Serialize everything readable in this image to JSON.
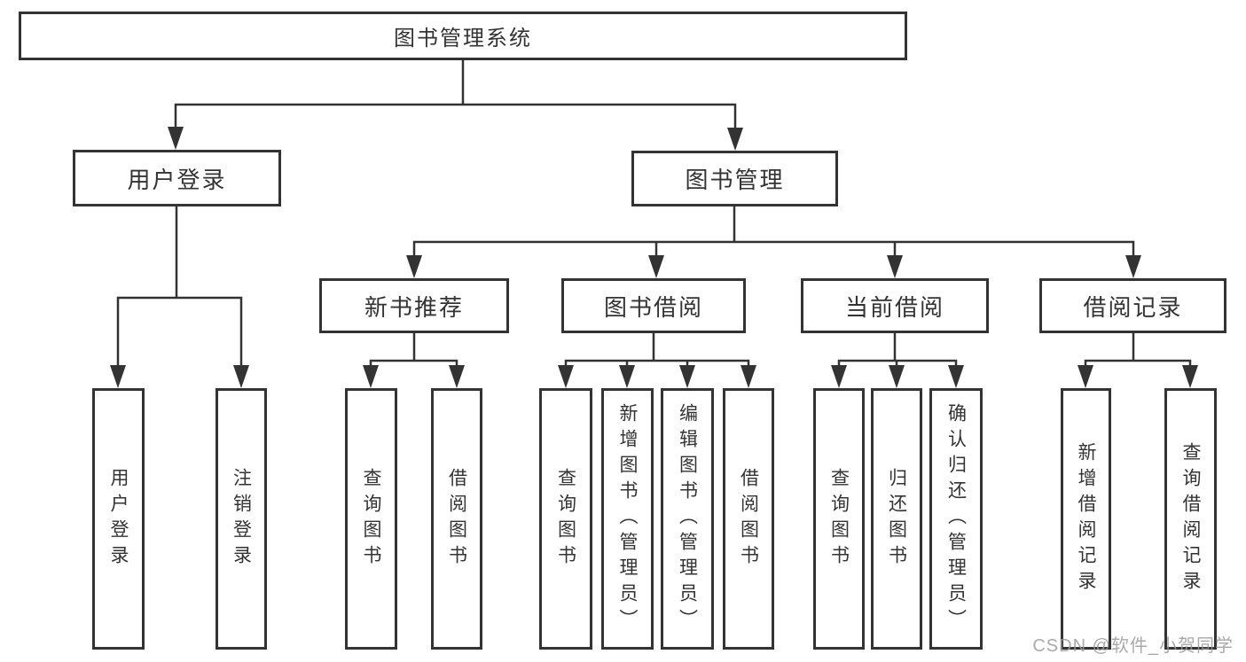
{
  "diagram": {
    "title": "图书管理系统",
    "level2": [
      "用户登录",
      "图书管理"
    ],
    "level3": [
      "新书推荐",
      "图书借阅",
      "当前借阅",
      "借阅记录"
    ],
    "leaves": {
      "user_login": [
        "用户登录",
        "注销登录"
      ],
      "new_book_recommend": [
        "查询图书",
        "借阅图书"
      ],
      "book_borrow": [
        "查询图书",
        "新增图书（管理员）",
        "编辑图书（管理员）",
        "借阅图书"
      ],
      "current_borrow": [
        "查询图书",
        "归还图书",
        "确认归还（管理员）"
      ],
      "borrow_records": [
        "新增借阅记录",
        "查询借阅记录"
      ]
    }
  },
  "watermark": {
    "text": "CSDN @软件_小贺同学",
    "color": "#9b9b9b"
  },
  "colors": {
    "line": "#333333",
    "border": "#333333",
    "text": "#333333",
    "background": "#ffffff"
  }
}
